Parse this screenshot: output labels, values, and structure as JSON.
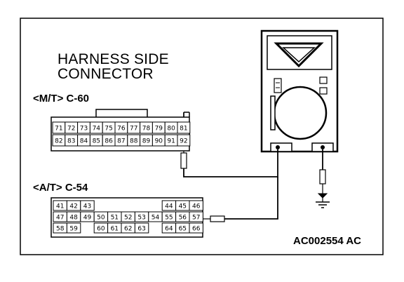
{
  "title": {
    "line1": "HARNESS SIDE",
    "line2": "CONNECTOR"
  },
  "connectors": [
    {
      "label": "<M/T> C-60",
      "rows": [
        [
          "71",
          "72",
          "73",
          "74",
          "75",
          "76",
          "77",
          "78",
          "79",
          "80",
          "81"
        ],
        [
          "82",
          "83",
          "84",
          "85",
          "86",
          "87",
          "88",
          "89",
          "90",
          "91",
          "92"
        ]
      ]
    },
    {
      "label": "<A/T> C-54",
      "rows": [
        [
          "41",
          "42",
          "43",
          "",
          "",
          "",
          "",
          "",
          "44",
          "45",
          "46"
        ],
        [
          "47",
          "48",
          "49",
          "50",
          "51",
          "52",
          "53",
          "54",
          "55",
          "56",
          "57"
        ],
        [
          "58",
          "59",
          "",
          "60",
          "61",
          "62",
          "63",
          "",
          "64",
          "65",
          "66"
        ]
      ]
    }
  ],
  "figure_id": "AC002554 AC",
  "icons": [
    "multimeter-icon",
    "ground-icon"
  ]
}
